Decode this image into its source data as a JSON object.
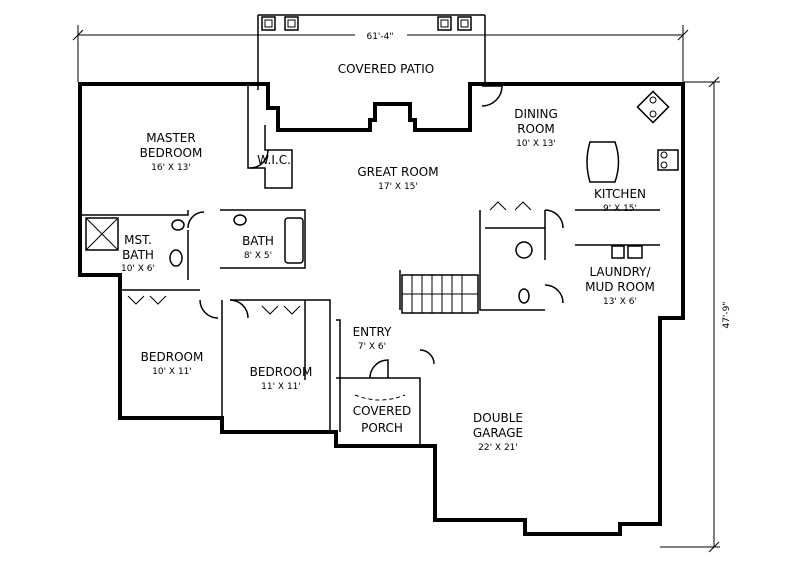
{
  "dimensions": {
    "width": "61'-4\"",
    "depth": "47'-9\""
  },
  "rooms": {
    "covered_patio": {
      "name": "COVERED PATIO"
    },
    "master_bedroom": {
      "name1": "MASTER",
      "name2": "BEDROOM",
      "size": "16' X 13'"
    },
    "wic": {
      "name": "W.I.C."
    },
    "great_room": {
      "name": "GREAT ROOM",
      "size": "17' X 15'"
    },
    "dining_room": {
      "name1": "DINING",
      "name2": "ROOM",
      "size": "10' X 13'"
    },
    "kitchen": {
      "name": "KITCHEN",
      "size": "9' X 15'"
    },
    "mst_bath": {
      "name1": "MST.",
      "name2": "BATH",
      "size": "10' X 6'"
    },
    "bath": {
      "name": "BATH",
      "size": "8' X 5'"
    },
    "laundry": {
      "name1": "LAUNDRY/",
      "name2": "MUD ROOM",
      "size": "13' X 6'"
    },
    "entry": {
      "name": "ENTRY",
      "size": "7' X 6'"
    },
    "bedroom_1": {
      "name": "BEDROOM",
      "size": "10' X 11'"
    },
    "bedroom_2": {
      "name": "BEDROOM",
      "size": "11' X 11'"
    },
    "covered_porch": {
      "name1": "COVERED",
      "name2": "PORCH"
    },
    "garage": {
      "name1": "DOUBLE",
      "name2": "GARAGE",
      "size": "22' X 21'"
    }
  }
}
